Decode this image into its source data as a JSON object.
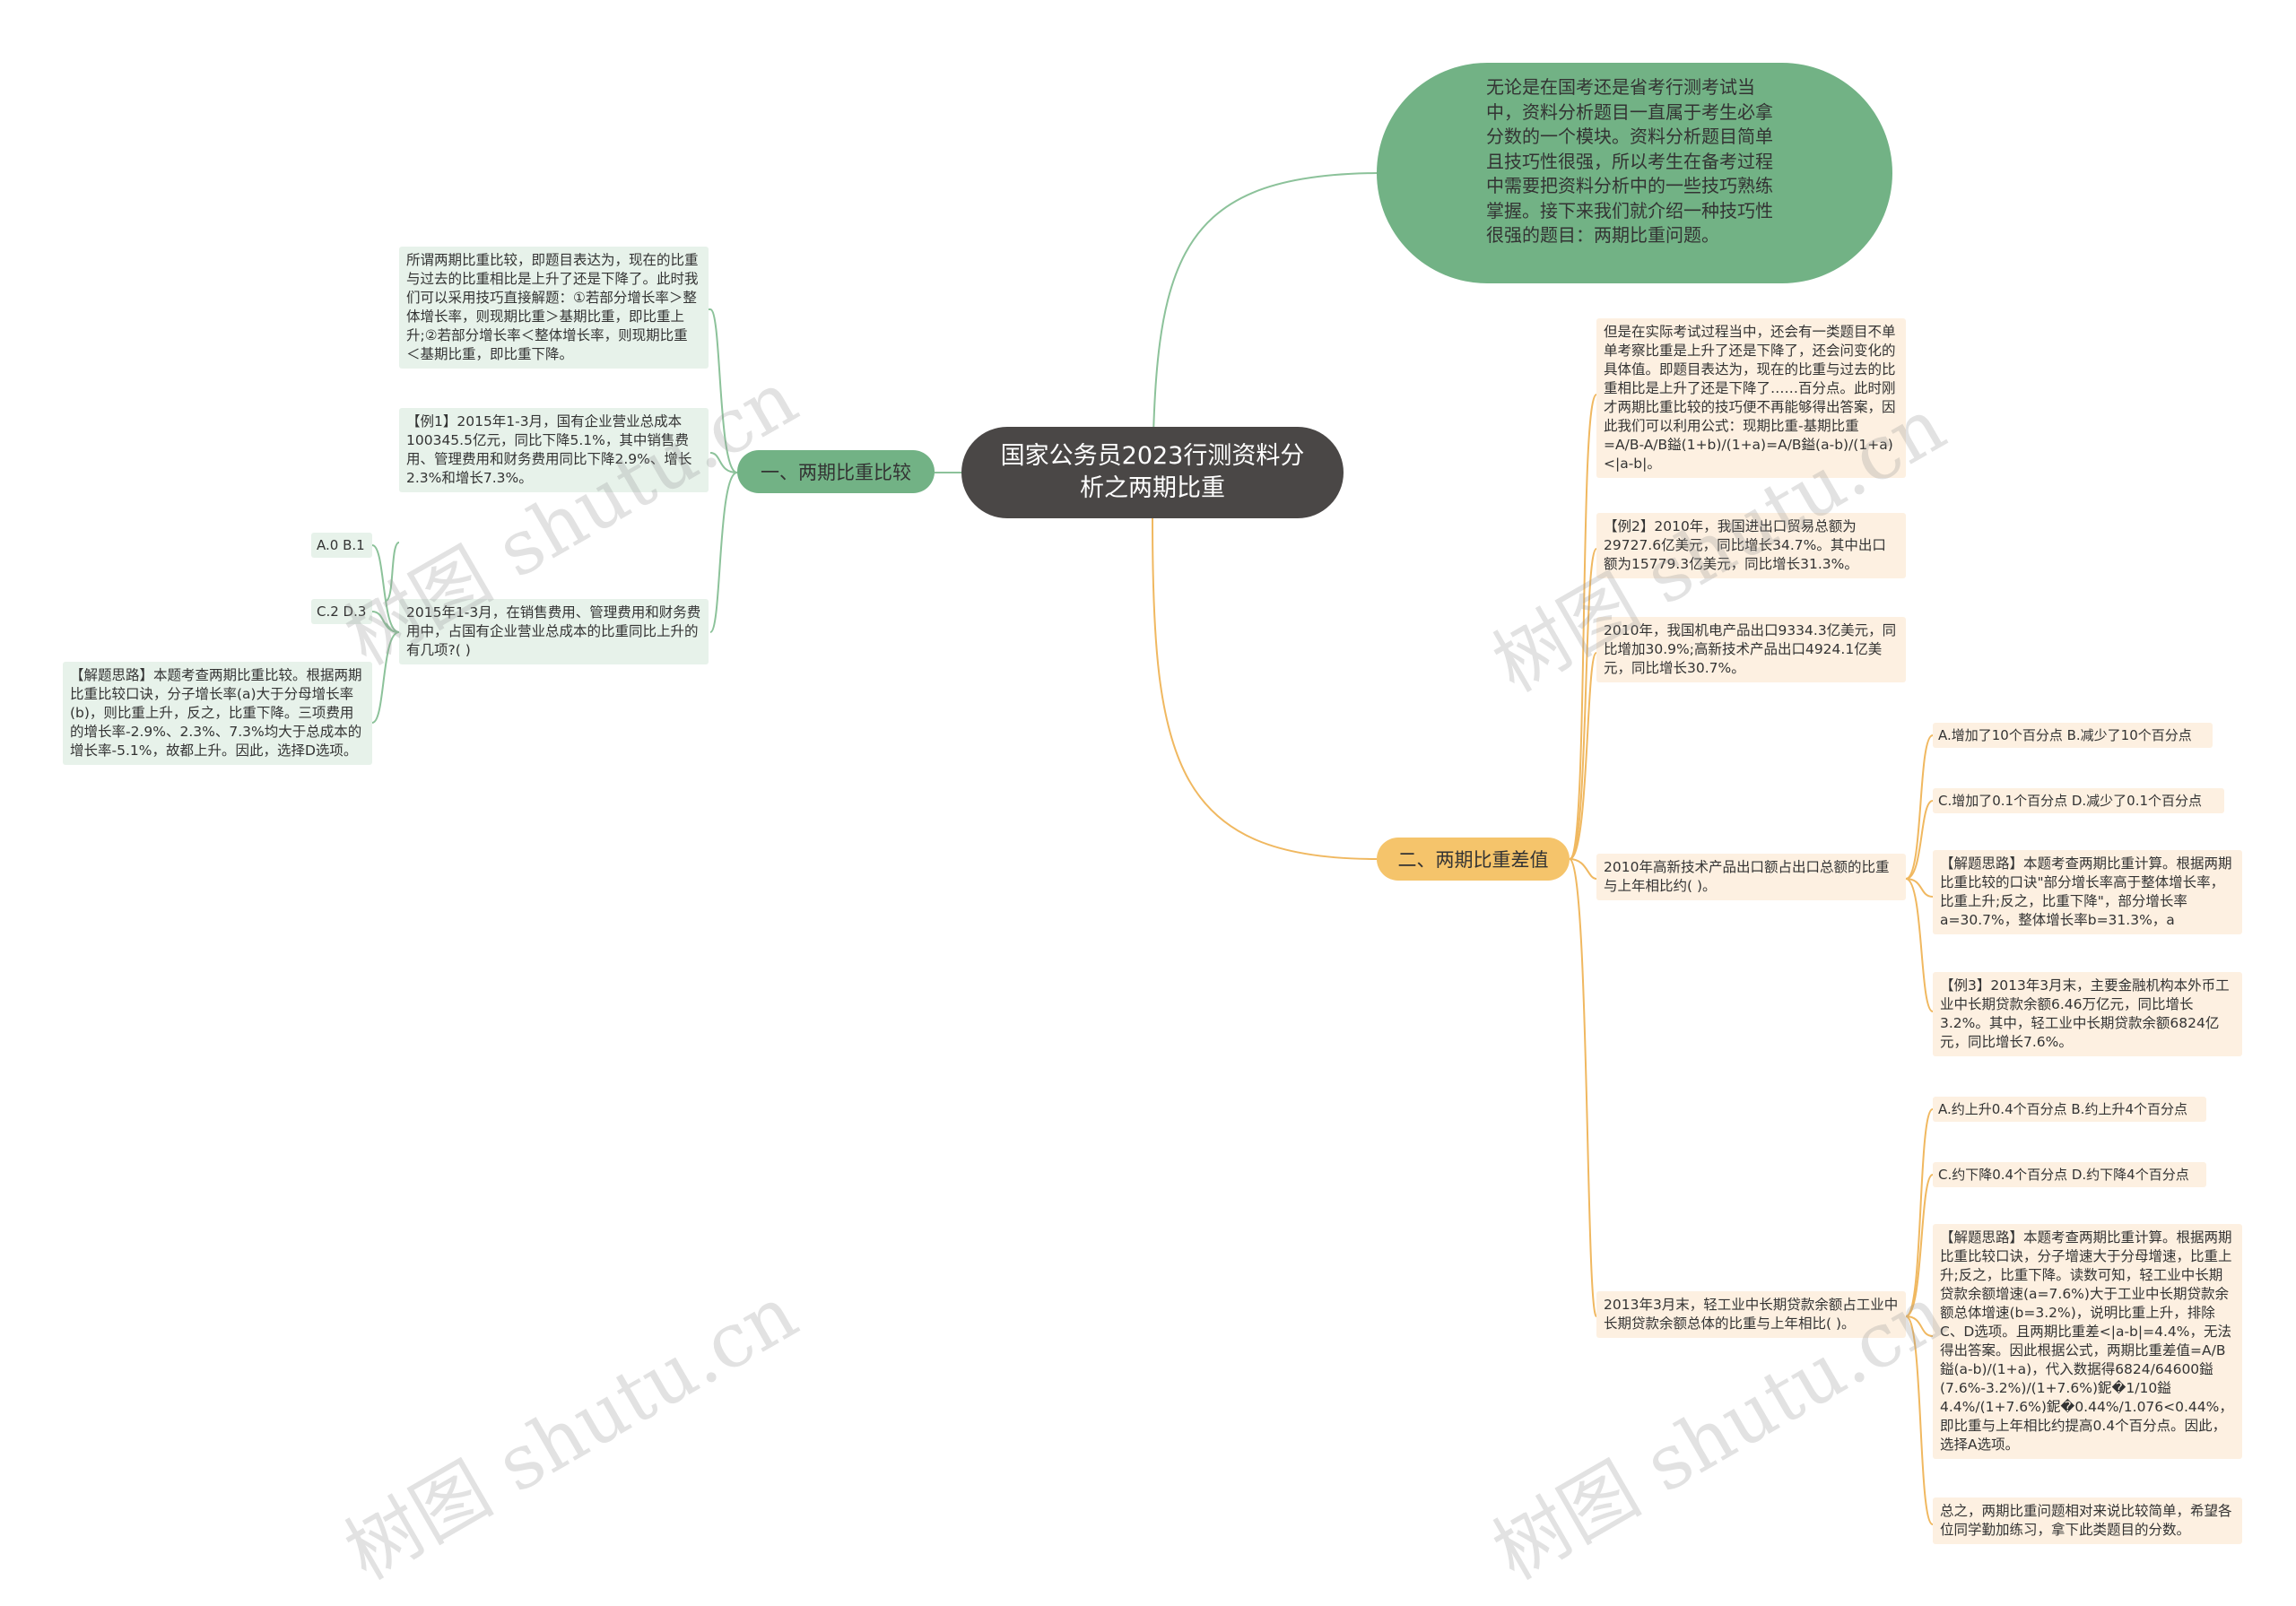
{
  "root": {
    "title": "国家公务员2023行测资料分析之两期比重"
  },
  "intro": {
    "text": "无论是在国考还是省考行测考试当中，资料分析题目一直属于考生必拿分数的一个模块。资料分析题目简单且技巧性很强，所以考生在备考过程中需要把资料分析中的一些技巧熟练掌握。接下来我们就介绍一种技巧性很强的题目：两期比重问题。"
  },
  "branch1": {
    "label": "一、两期比重比较",
    "definition": "所谓两期比重比较，即题目表达为，现在的比重与过去的比重相比是上升了还是下降了。此时我们可以采用技巧直接解题：①若部分增长率＞整体增长率，则现期比重＞基期比重，即比重上升;②若部分增长率＜整体增长率，则现期比重＜基期比重，即比重下降。",
    "example1": "【例1】2015年1-3月，国有企业营业总成本100345.5亿元，同比下降5.1%，其中销售费用、管理费用和财务费用同比下降2.9%、增长2.3%和增长7.3%。",
    "question": "2015年1-3月，在销售费用、管理费用和财务费用中，占国有企业营业总成本的比重同比上升的有几项?( )",
    "option_ab": "A.0 B.1",
    "option_cd": "C.2 D.3",
    "analysis": "【解题思路】本题考查两期比重比较。根据两期比重比较口诀，分子增长率(a)大于分母增长率(b)，则比重上升，反之，比重下降。三项费用的增长率-2.9%、2.3%、7.3%均大于总成本的增长率-5.1%，故都上升。因此，选择D选项。"
  },
  "branch2": {
    "label": "二、两期比重差值",
    "formula": "但是在实际考试过程当中，还会有一类题目不单单考察比重是上升了还是下降了，还会问变化的具体值。即题目表达为，现在的比重与过去的比重相比是上升了还是下降了……百分点。此时刚才两期比重比较的技巧便不再能够得出答案，因此我们可以利用公式：现期比重-基期比重=A/B-A/B鎰(1+b)/(1+a)=A/B鎰(a-b)/(1+a)<|a-b|。",
    "example2": "【例2】2010年，我国进出口贸易总额为29727.6亿美元，同比增长34.7%。其中出口额为15779.3亿美元，同比增长31.3%。",
    "material2": "2010年，我国机电产品出口9334.3亿美元，同比增加30.9%;高新技术产品出口4924.1亿美元，同比增长30.7%。",
    "question2": "2010年高新技术产品出口额占出口总额的比重与上年相比约( )。",
    "q2_option_ab": "A.增加了10个百分点 B.减少了10个百分点",
    "q2_option_cd": "C.增加了0.1个百分点 D.减少了0.1个百分点",
    "q2_analysis": "【解题思路】本题考查两期比重计算。根据两期比重比较的口诀\"部分增长率高于整体增长率，比重上升;反之，比重下降\"，部分增长率a=30.7%，整体增长率b=31.3%，a",
    "example3": "【例3】2013年3月末，主要金融机构本外币工业中长期贷款余额6.46万亿元，同比增长3.2%。其中，轻工业中长期贷款余额6824亿元，同比增长7.6%。",
    "question3": "2013年3月末，轻工业中长期贷款余额占工业中长期贷款余额总体的比重与上年相比( )。",
    "q3_option_ab": "A.约上升0.4个百分点 B.约上升4个百分点",
    "q3_option_cd": "C.约下降0.4个百分点 D.约下降4个百分点",
    "q3_analysis": "【解题思路】本题考查两期比重计算。根据两期比重比较口诀，分子增速大于分母增速，比重上升;反之，比重下降。读数可知，轻工业中长期贷款余额增速(a=7.6%)大于工业中长期贷款余额总体增速(b=3.2%)，说明比重上升，排除C、D选项。且两期比重差<|a-b|=4.4%，无法得出答案。因此根据公式，两期比重差值=A/B鎰(a-b)/(1+a)，代入数据得6824/64600鎰(7.6%-3.2%)/(1+7.6%)鈮�1/10鎰4.4%/(1+7.6%)鈮�0.44%/1.076<0.44%，即比重与上年相比约提高0.4个百分点。因此，选择A选项。",
    "summary": "总之，两期比重问题相对来说比较简单，希望各位同学勤加练习，拿下此类题目的分数。"
  },
  "watermark": {
    "text": "树图 shutu.cn"
  },
  "colors": {
    "root": "#4a4746",
    "green": "#72b285",
    "green_leaf": "#e7f2ea",
    "orange": "#f5c46b",
    "orange_leaf": "#fdf0e1",
    "green_line": "#8cc29a",
    "orange_line": "#f0b860"
  }
}
